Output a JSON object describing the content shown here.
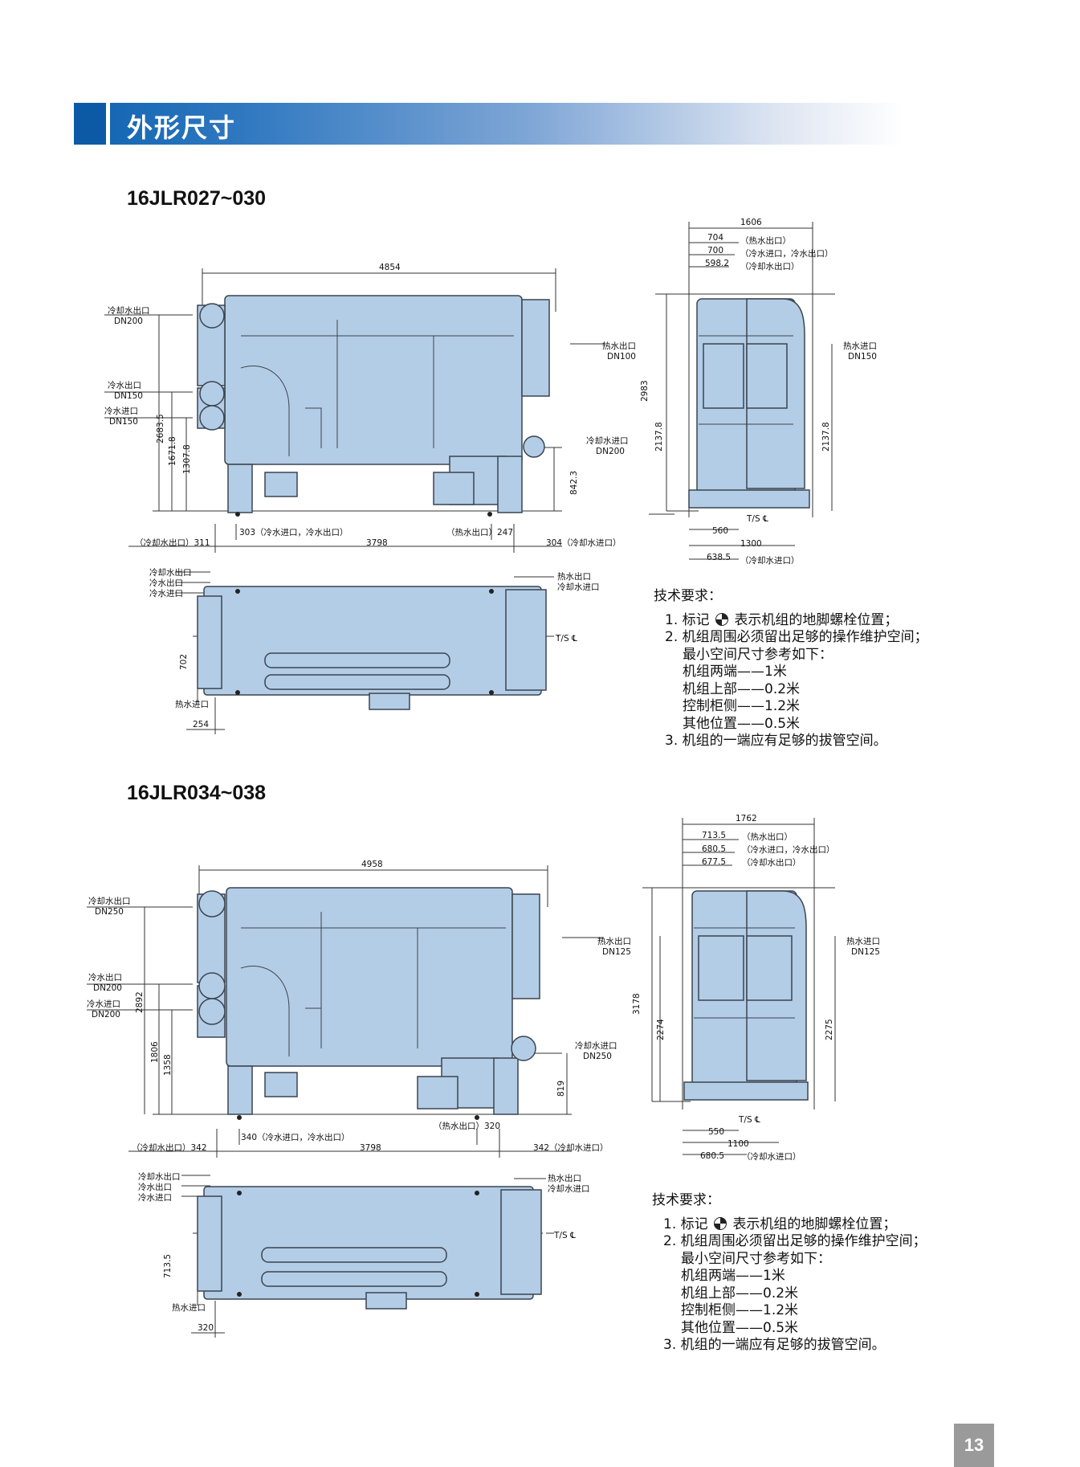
{
  "section_title": "外形尺寸",
  "models": [
    {
      "name": "16JLR027~030",
      "front": {
        "overall_width": "4854",
        "labels": {
          "cw_out": "冷却水出口",
          "cw_out_dn": "DN200",
          "chw_out": "冷水出口",
          "chw_out_dn": "DN150",
          "chw_in": "冷水进口",
          "chw_in_dn": "DN150",
          "cw_in": "冷却水进口",
          "cw_in_dn": "DN200",
          "hw_out": "热水出口",
          "hw_out_dn": "DN100"
        },
        "heights": {
          "h1": "2683.5",
          "h2": "1671.8",
          "h3": "1307.8",
          "h4": "842.3"
        },
        "bottom": {
          "a": "303（冷水进口，冷水出口）",
          "b": "（热水出口）247",
          "c": "（冷却水出口）311",
          "d": "3798",
          "e": "304（冷却水进口）"
        }
      },
      "side": {
        "overall": "1606",
        "d1": "704",
        "d1_note": "（热水出口）",
        "d2": "700",
        "d2_note": "（冷水进口，冷水出口）",
        "d3": "598.2",
        "d3_note": "（冷却水出口）",
        "hw_in": "热水进口",
        "hw_in_dn": "DN150",
        "height": "2983",
        "h_left": "2137.8",
        "h_right": "2137.8",
        "ts": "T/S ℄",
        "b1": "560",
        "b2": "1300",
        "b3": "638.5",
        "b3_note": "（冷却水进口）"
      },
      "plan": {
        "left_labels": [
          "冷却水出口",
          "冷水出口",
          "冷水进口"
        ],
        "right_labels": [
          "热水出口",
          "冷却水进口"
        ],
        "ts": "T/S ℄",
        "dim_h": "702",
        "hw_in": "热水进口",
        "dim_b": "254"
      }
    },
    {
      "name": "16JLR034~038",
      "front": {
        "overall_width": "4958",
        "labels": {
          "cw_out": "冷却水出口",
          "cw_out_dn": "DN250",
          "chw_out": "冷水出口",
          "chw_out_dn": "DN200",
          "chw_in": "冷水进口",
          "chw_in_dn": "DN200",
          "cw_in": "冷却水进口",
          "cw_in_dn": "DN250",
          "hw_out": "热水出口",
          "hw_out_dn": "DN125"
        },
        "heights": {
          "h1": "2892",
          "h2": "1806",
          "h3": "1358",
          "h4": "819"
        },
        "bottom": {
          "a": "340（冷水进口，冷水出口）",
          "b": "（热水出口）320",
          "c": "（冷却水出口）342",
          "d": "3798",
          "e": "342（冷却水进口）"
        }
      },
      "side": {
        "overall": "1762",
        "d1": "713.5",
        "d1_note": "（热水出口）",
        "d2": "680.5",
        "d2_note": "（冷水进口，冷水出口）",
        "d3": "677.5",
        "d3_note": "（冷却水出口）",
        "hw_in": "热水进口",
        "hw_in_dn": "DN125",
        "height": "3178",
        "h_left": "2274",
        "h_right": "2275",
        "ts": "T/S ℄",
        "b1": "550",
        "b2": "1100",
        "b3": "680.5",
        "b3_note": "（冷却水进口）"
      },
      "plan": {
        "left_labels": [
          "冷却水出口",
          "冷水出口",
          "冷水进口"
        ],
        "right_labels": [
          "热水出口",
          "冷却水进口"
        ],
        "ts": "T/S ℄",
        "dim_h": "713.5",
        "hw_in": "热水进口",
        "dim_b": "320"
      }
    }
  ],
  "notes": {
    "heading": "技术要求：",
    "item1_pre": "1. 标记",
    "item1_post": "表示机组的地脚螺栓位置；",
    "item2": "2. 机组周围必须留出足够的操作维护空间；",
    "item2_sub": "最小空间尺寸参考如下：",
    "space": [
      "机组两端——1米",
      "机组上部——0.2米",
      "控制柜侧——1.2米",
      "其他位置——0.5米"
    ],
    "item3": "3. 机组的一端应有足够的拔管空间。"
  },
  "page_number": "13"
}
